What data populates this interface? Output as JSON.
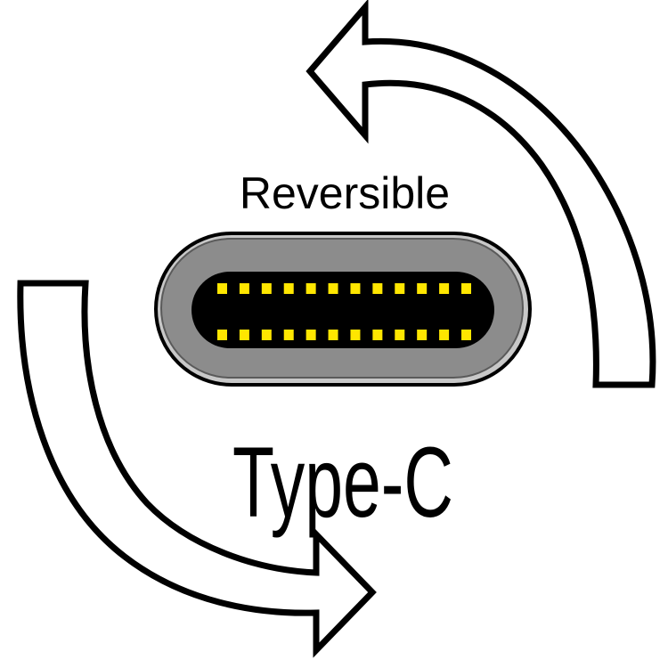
{
  "labels": {
    "top": "Reversible",
    "bottom": "Type-C"
  },
  "colors": {
    "background": "#ffffff",
    "outline": "#000000",
    "arrow_fill": "#ffffff",
    "connector_shell": "#8c8c8c",
    "connector_rim": "#c8c8c8",
    "port_opening": "#000000",
    "pin": "#ffe600"
  },
  "connector": {
    "pins_top_row": 12,
    "pins_bottom_row": 12
  },
  "arrows": [
    {
      "name": "upper-right-arrow",
      "direction": "counterclockwise"
    },
    {
      "name": "lower-left-arrow",
      "direction": "counterclockwise"
    }
  ]
}
